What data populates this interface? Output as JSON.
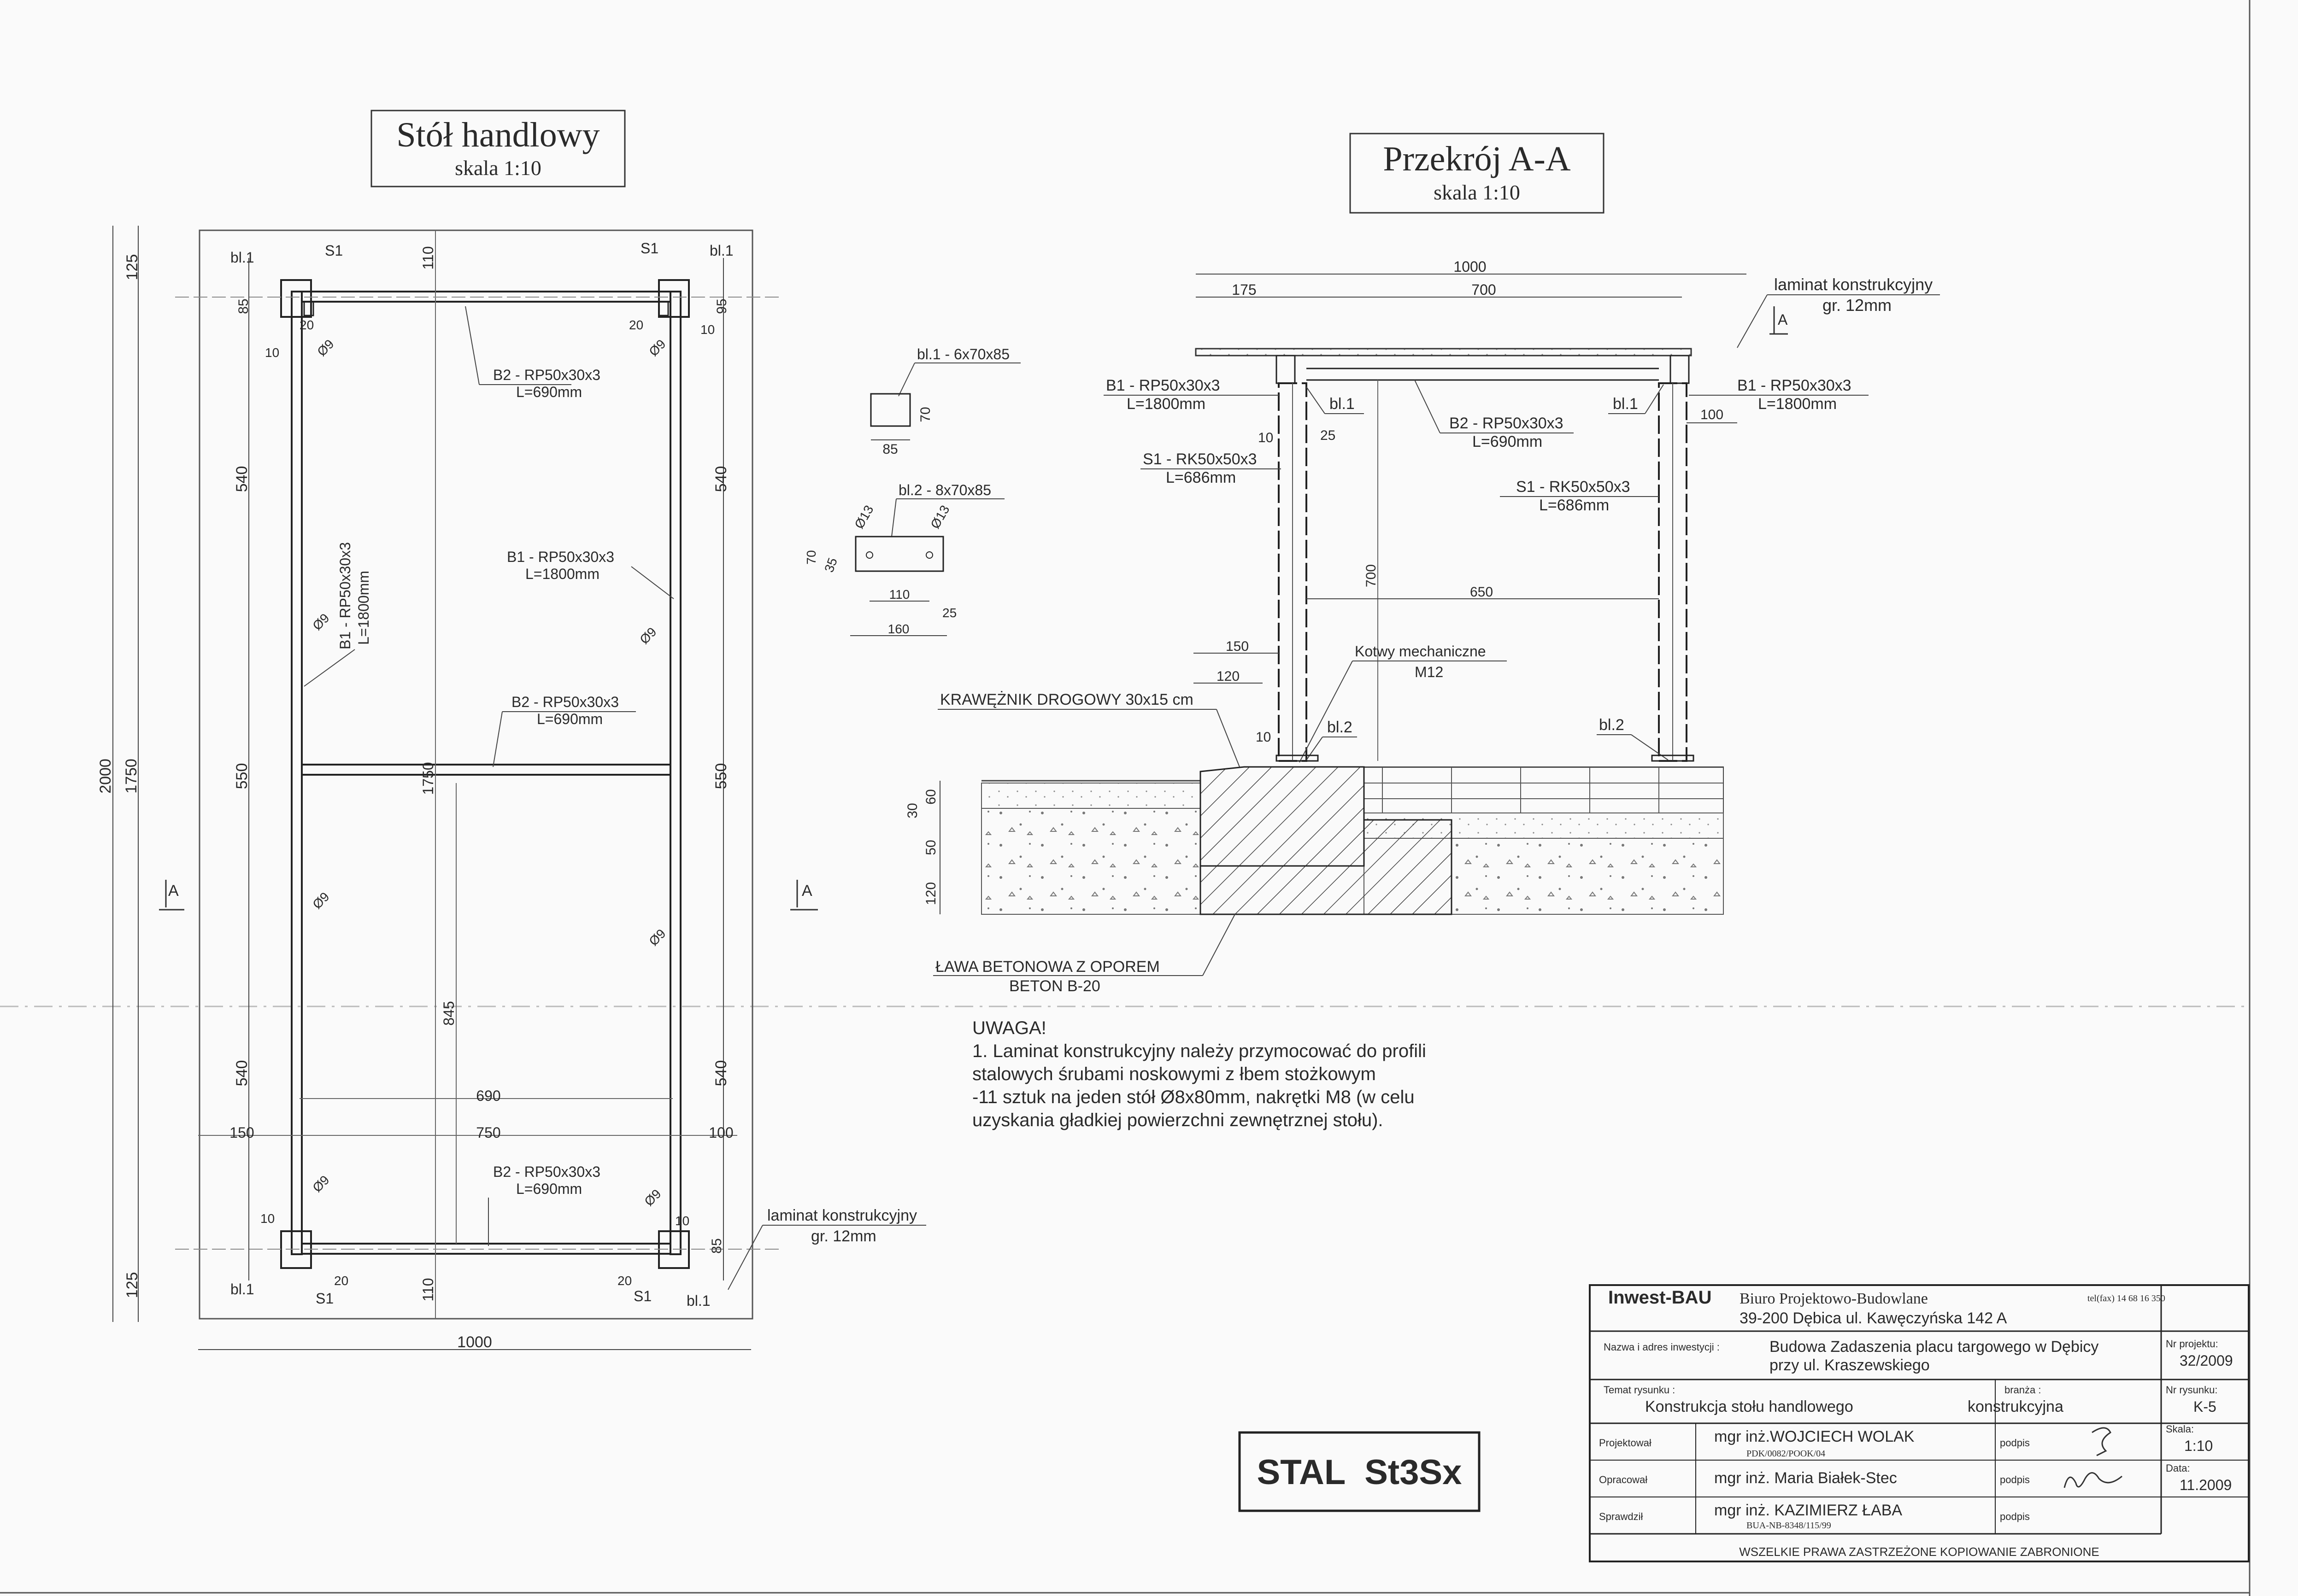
{
  "plan": {
    "title": "Stół handlowy",
    "scale": "skala 1:10",
    "dims": {
      "top_125": "125",
      "left_2000": "2000",
      "left_1750": "1750",
      "r_85_top": "85",
      "r_95_top": "95",
      "r_540_1": "540",
      "r_540_2": "540",
      "r_550": "550",
      "l_540_1": "540",
      "l_550": "550",
      "l_540_2": "540",
      "bot_85": "85",
      "bot_125": "125",
      "mid_110_top": "110",
      "mid_110_bot": "110",
      "mid_1750": "1750",
      "mid_845": "845",
      "d_150": "150",
      "d_750": "750",
      "d_100": "100",
      "d_690": "690",
      "bottom_1000": "1000",
      "s20_tl": "20",
      "s20_tr": "20",
      "s20_bl": "20",
      "s20_br": "20",
      "s10_tl": "10",
      "s10_tr": "10",
      "s10_bl": "10",
      "s10_br": "10"
    },
    "labels": {
      "bl1_tl": "bl.1",
      "s1_tl": "S1",
      "s1_tr": "S1",
      "bl1_tr": "bl.1",
      "bl1_bl": "bl.1",
      "s1_bl": "S1",
      "s1_br": "S1",
      "bl1_br": "bl.1",
      "phi9": "Ø9",
      "b2_top": "B2 - RP50x30x3",
      "b2_top_l": "L=690mm",
      "b1_right": "B1 - RP50x30x3",
      "b1_right_l": "L=1800mm",
      "b1_left": "B1 - RP50x30x3",
      "b1_left_l": "L=1800mm",
      "b2_mid": "B2 - RP50x30x3",
      "b2_mid_l": "L=690mm",
      "b2_bot": "B2 - RP50x30x3",
      "b2_bot_l": "L=690mm",
      "laminat": "laminat konstrukcyjny",
      "laminat_gr": "gr. 12mm",
      "sec_a": "A"
    }
  },
  "plates": {
    "bl1": "bl.1 - 6x70x85",
    "bl1_w": "85",
    "bl1_h": "70",
    "bl2": "bl.2 - 8x70x85",
    "bl2_phi": "Ø13",
    "bl2_70": "70",
    "bl2_35": "35",
    "bl2_110": "110",
    "bl2_25": "25",
    "bl2_160": "160"
  },
  "section": {
    "title": "Przekrój A-A",
    "scale": "skala 1:10",
    "dim_1000": "1000",
    "dim_175": "175",
    "dim_700": "700",
    "laminat": "laminat konstrukcyjny",
    "laminat_gr": "gr. 12mm",
    "b1_left": "B1 - RP50x30x3",
    "b1_left_l": "L=1800mm",
    "bl1_left": "bl.1",
    "b2": "B2 - RP50x30x3",
    "b2_l": "L=690mm",
    "bl1_right": "bl.1",
    "b1_right": "B1 - RP50x30x3",
    "b1_right_l": "L=1800mm",
    "dim_100": "100",
    "dim_10a": "10",
    "dim_25": "25",
    "s1_left": "S1 - RK50x50x3",
    "s1_left_l": "L=686mm",
    "s1_right": "S1 - RK50x50x3",
    "s1_right_l": "L=686mm",
    "dim_700v": "700",
    "dim_650": "650",
    "dim_150": "150",
    "dim_120": "120",
    "kotwy": "Kotwy mechaniczne",
    "kotwy_m": "M12",
    "kraweznik": "KRAWĘŻNIK DROGOWY 30x15 cm",
    "dim_10b": "10",
    "bl2_left": "bl.2",
    "bl2_right": "bl.2",
    "dim_30": "30",
    "dim_60": "60",
    "dim_50": "50",
    "dim_120v": "120",
    "lawa": "ŁAWA BETONOWA Z OPOREM",
    "beton": "BETON B-20"
  },
  "note": {
    "head": "UWAGA!",
    "lines": [
      "1. Laminat konstrukcyjny należy przymocować do profili",
      "stalowych śrubami noskowymi  z łbem stożkowym",
      "-11 sztuk na jeden stół  Ø8x80mm, nakrętki M8 (w celu",
      "uzyskania gładkiej powierzchni zewnętrznej stołu)."
    ]
  },
  "stamp": "STAL  St3Sx",
  "titleblock": {
    "firm": "Inwest-BAU",
    "office": "Biuro Projektowo-Budowlane",
    "address": "39-200 Dębica   ul. Kawęczyńska 142 A",
    "tel": "tel(fax) 14 68 16 350",
    "inv_label": "Nazwa i adres inwestycji :",
    "inv_1": "Budowa Zadaszenia placu targowego w Dębicy",
    "inv_2": "przy ul. Kraszewskiego",
    "proj_no_label": "Nr projektu:",
    "proj_no": "32/2009",
    "topic_label": "Temat rysunku :",
    "topic": "Konstrukcja stołu handlowego",
    "branch_label": "branża :",
    "branch": "konstrukcyjna",
    "draw_no_label": "Nr rysunku:",
    "draw_no": "K-5",
    "r1_label": "Projektował",
    "r1_name": "mgr inż.WOJCIECH WOLAK",
    "r1_lic": "PDK/0082/POOK/04",
    "r2_label": "Opracował",
    "r2_name": "mgr inż. Maria Białek-Stec",
    "r3_label": "Sprawdził",
    "r3_name": "mgr inż. KAZIMIERZ ŁABA",
    "r3_lic": "BUA-NB-8348/115/99",
    "sign_label": "podpis",
    "scale_label": "Skala:",
    "scale": "1:10",
    "date_label": "Data:",
    "date": "11.2009",
    "rights": "WSZELKIE PRAWA ZASTRZEŻONE KOPIOWANIE ZABRONIONE"
  }
}
